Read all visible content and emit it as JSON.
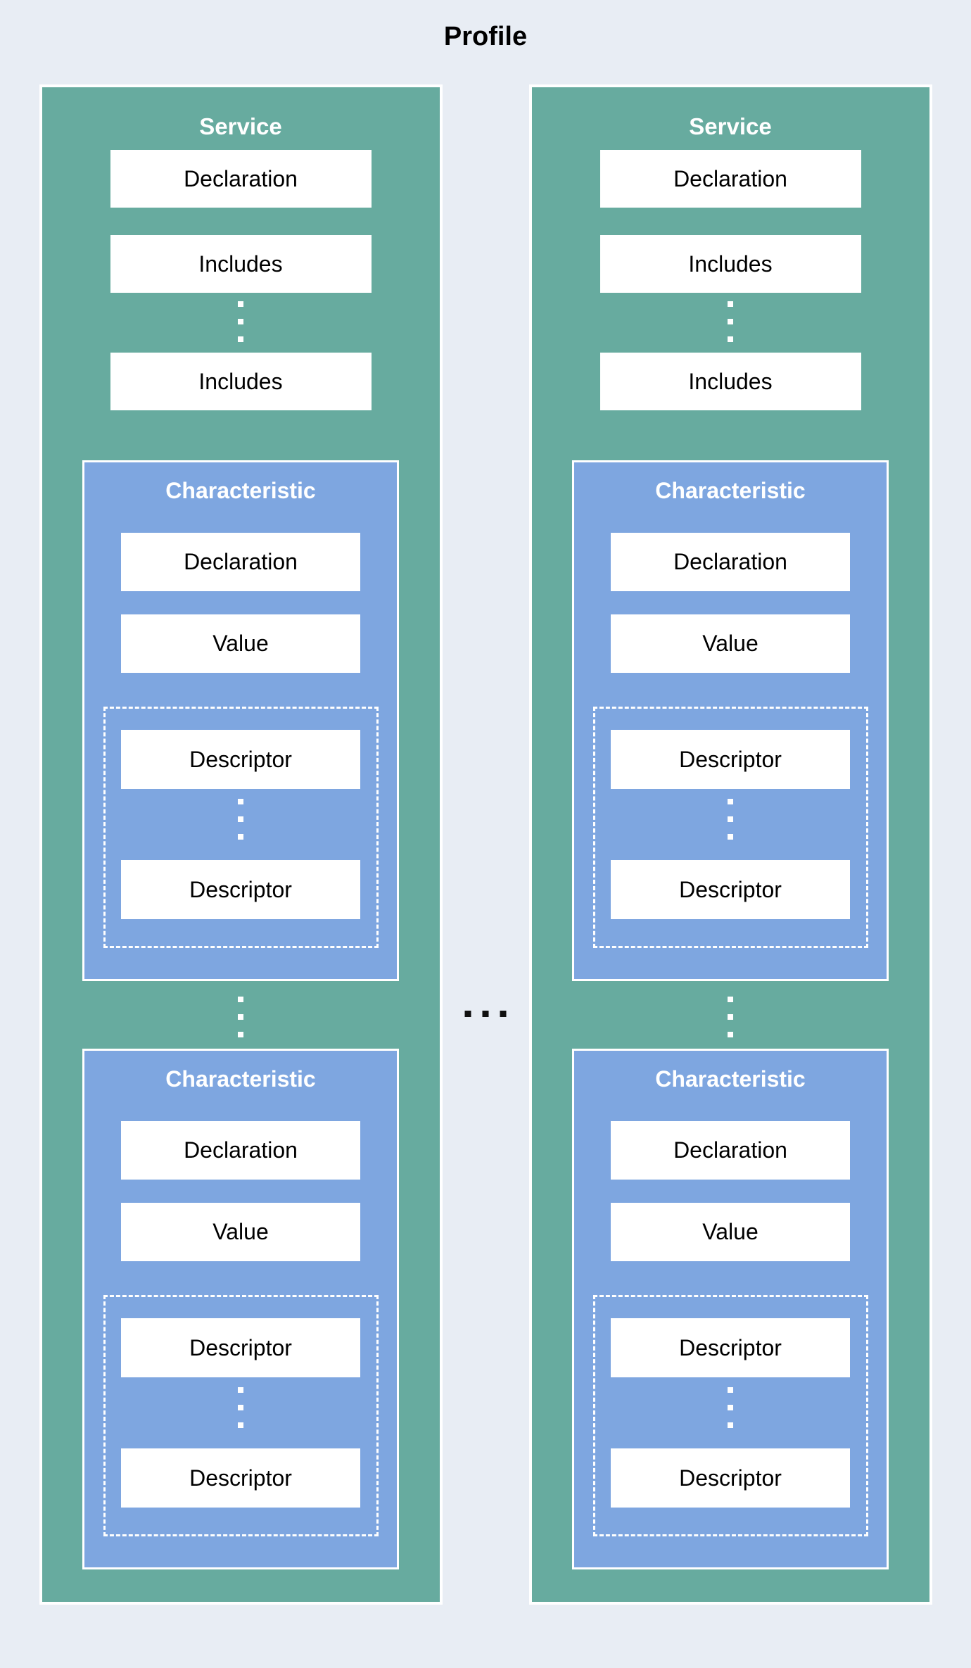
{
  "title": "Profile",
  "colors": {
    "background": "#e8edf4",
    "service_fill": "#67ab9f",
    "characteristic_fill": "#7ea6e0",
    "row_fill": "#ffffff",
    "row_text": "#000000",
    "header_text": "#ffffff",
    "border": "#ffffff",
    "between_ellipsis": "#111111"
  },
  "ellipsis": {
    "vertical_dot_count": 3,
    "between_services_dot_count": 3
  },
  "services": [
    {
      "label": "Service",
      "declaration": "Declaration",
      "includes_first": "Includes",
      "includes_last": "Includes",
      "characteristics": [
        {
          "label": "Characteristic",
          "declaration": "Declaration",
          "value": "Value",
          "descriptor_first": "Descriptor",
          "descriptor_last": "Descriptor"
        },
        {
          "label": "Characteristic",
          "declaration": "Declaration",
          "value": "Value",
          "descriptor_first": "Descriptor",
          "descriptor_last": "Descriptor"
        }
      ]
    },
    {
      "label": "Service",
      "declaration": "Declaration",
      "includes_first": "Includes",
      "includes_last": "Includes",
      "characteristics": [
        {
          "label": "Characteristic",
          "declaration": "Declaration",
          "value": "Value",
          "descriptor_first": "Descriptor",
          "descriptor_last": "Descriptor"
        },
        {
          "label": "Characteristic",
          "declaration": "Declaration",
          "value": "Value",
          "descriptor_first": "Descriptor",
          "descriptor_last": "Descriptor"
        }
      ]
    }
  ]
}
